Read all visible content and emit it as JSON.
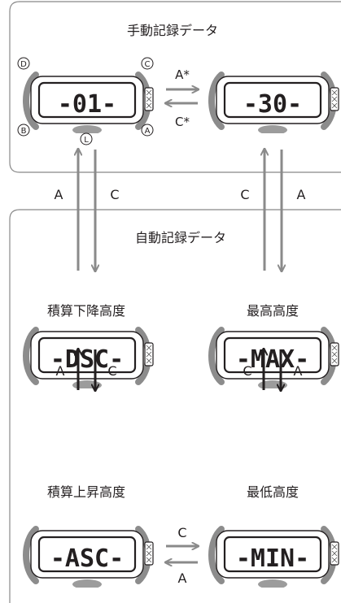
{
  "sections": {
    "manual": {
      "title": "手動記録データ"
    },
    "auto": {
      "title": "自動記録データ"
    }
  },
  "watches": {
    "manual_first": {
      "display": "-01-"
    },
    "manual_last": {
      "display": "-30-"
    },
    "dsc": {
      "label": "積算下降高度",
      "display": "-DSC-"
    },
    "max": {
      "label": "最高高度",
      "display": "-MAX-"
    },
    "asc": {
      "label": "積算上昇高度",
      "display": "-ASC-"
    },
    "min": {
      "label": "最低高度",
      "display": "-MIN-"
    }
  },
  "buttons": {
    "d": "D",
    "c": "C",
    "b": "B",
    "a": "A",
    "l": "L"
  },
  "transitions": {
    "manual_right": "A*",
    "manual_left": "C*",
    "left_up": "A",
    "left_down": "C",
    "right_up": "C",
    "right_down": "A",
    "dsc_asc_up": "A",
    "dsc_asc_down": "C",
    "max_min_up": "C",
    "max_min_down": "A",
    "asc_to_min": "C",
    "min_to_asc": "A"
  },
  "colors": {
    "frame": "#888888",
    "bezel": "#8c8c8c",
    "lcd_border": "#231f20",
    "arrow": "#8a8a8a",
    "text": "#231f20"
  }
}
